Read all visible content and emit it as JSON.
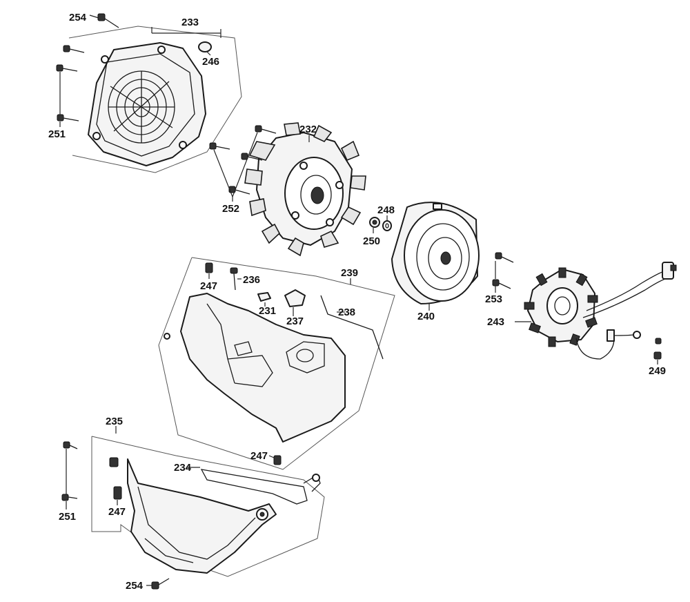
{
  "callouts": {
    "c231": "231",
    "c232": "232",
    "c233": "233",
    "c234": "234",
    "c235": "235",
    "c236": "236",
    "c237": "237",
    "c238": "238",
    "c239": "239",
    "c240": "240",
    "c243": "243",
    "c246": "246",
    "c247a": "247",
    "c247b": "247",
    "c247c": "247",
    "c248": "248",
    "c249": "249",
    "c250": "250",
    "c251a": "251",
    "c251b": "251",
    "c252": "252",
    "c253": "253",
    "c254a": "254",
    "c254b": "254"
  }
}
